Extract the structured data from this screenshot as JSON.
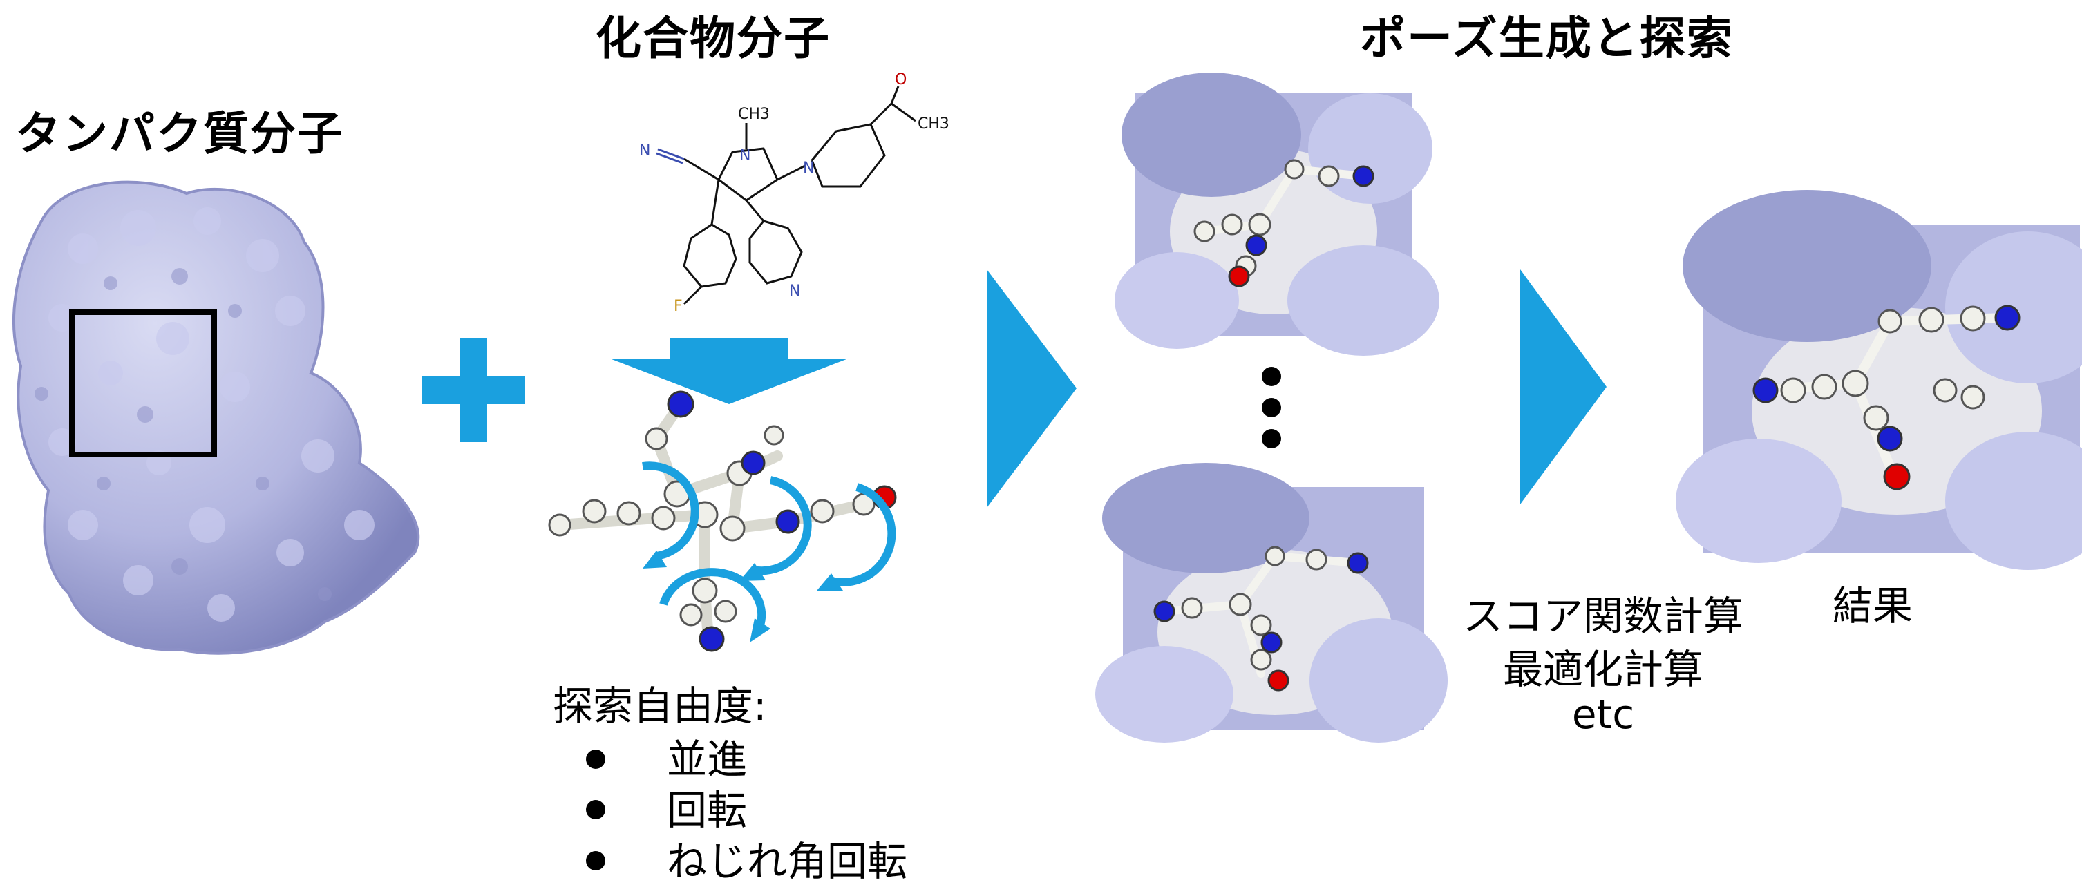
{
  "titles": {
    "protein": "タンパク質分子",
    "compound": "化合物分子",
    "pose": "ポーズ生成と探索"
  },
  "molecule_atoms": {
    "N_methyl": "N",
    "CH3_methyl": "CH3",
    "N_nitrile": "N",
    "N_piperazine": "N",
    "O_acetyl": "O",
    "CH3_acetyl": "CH3",
    "F": "F",
    "N_pyridine": "N"
  },
  "search_freedom": {
    "heading": "探索自由度:",
    "items": [
      "並進",
      "回転",
      "ねじれ角回転"
    ]
  },
  "process_note": {
    "lines": [
      "スコア関数計算",
      "最適化計算",
      "etc"
    ]
  },
  "result_label": "結果",
  "colors": {
    "arrow_blue": "#1aa0df",
    "protein_surface": "#b3b6e0",
    "atom_white": "#f0f0ea",
    "atom_blue": "#1a1fd0",
    "atom_red": "#e00000",
    "bond_blue": "#3a4db0",
    "fluorine": "#c8961e"
  }
}
